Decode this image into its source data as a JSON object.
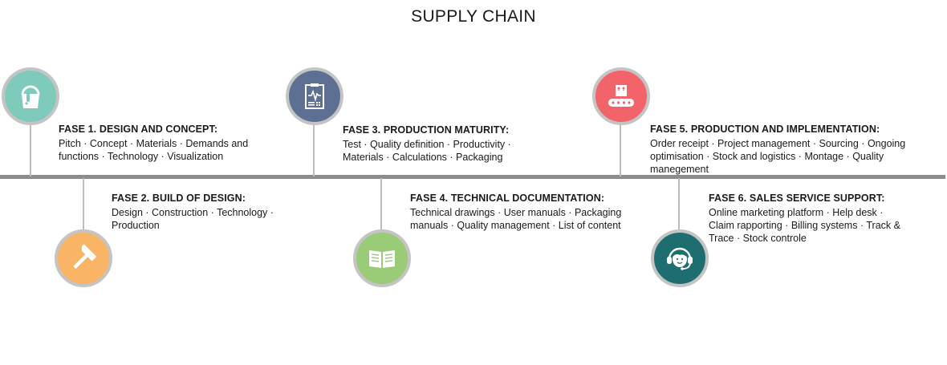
{
  "title": "SUPPLY CHAIN",
  "phases": [
    {
      "title": "FASE 1. DESIGN AND CONCEPT:",
      "body": "Pitch · Concept · Materials · Demands and functions · Technology · Visualization",
      "icon": "paint-bucket-icon",
      "color": "#7ecbbb"
    },
    {
      "title": "FASE 2. BUILD OF DESIGN:",
      "body": "Design · Construction · Technology · Production",
      "icon": "hammer-icon",
      "color": "#f9b466"
    },
    {
      "title": "FASE 3. PRODUCTION MATURITY:",
      "body": "Test · Quality definition · Productivity · Materials · Calculations · Packaging",
      "icon": "clipboard-monitor-icon",
      "color": "#5d6f93"
    },
    {
      "title": "FASE 4. TECHNICAL DOCUMENTATION:",
      "body": "Technical drawings · User manuals · Packaging manuals · Quality management · List of content",
      "icon": "open-book-icon",
      "color": "#9acb77"
    },
    {
      "title": "FASE 5. PRODUCTION AND IMPLEMENTATION:",
      "body": "Order receipt · Project management · Sourcing · Ongoing optimisation · Stock and logistics · Montage · Quality manegement",
      "icon": "conveyor-box-icon",
      "color": "#f2646a"
    },
    {
      "title": "FASE 6. SALES SERVICE SUPPORT:",
      "body": "Online marketing platform · Help desk · Claim rapporting · Billing systems · Track & Trace · Stock controle",
      "icon": "support-headset-icon",
      "color": "#1e6e71"
    }
  ]
}
